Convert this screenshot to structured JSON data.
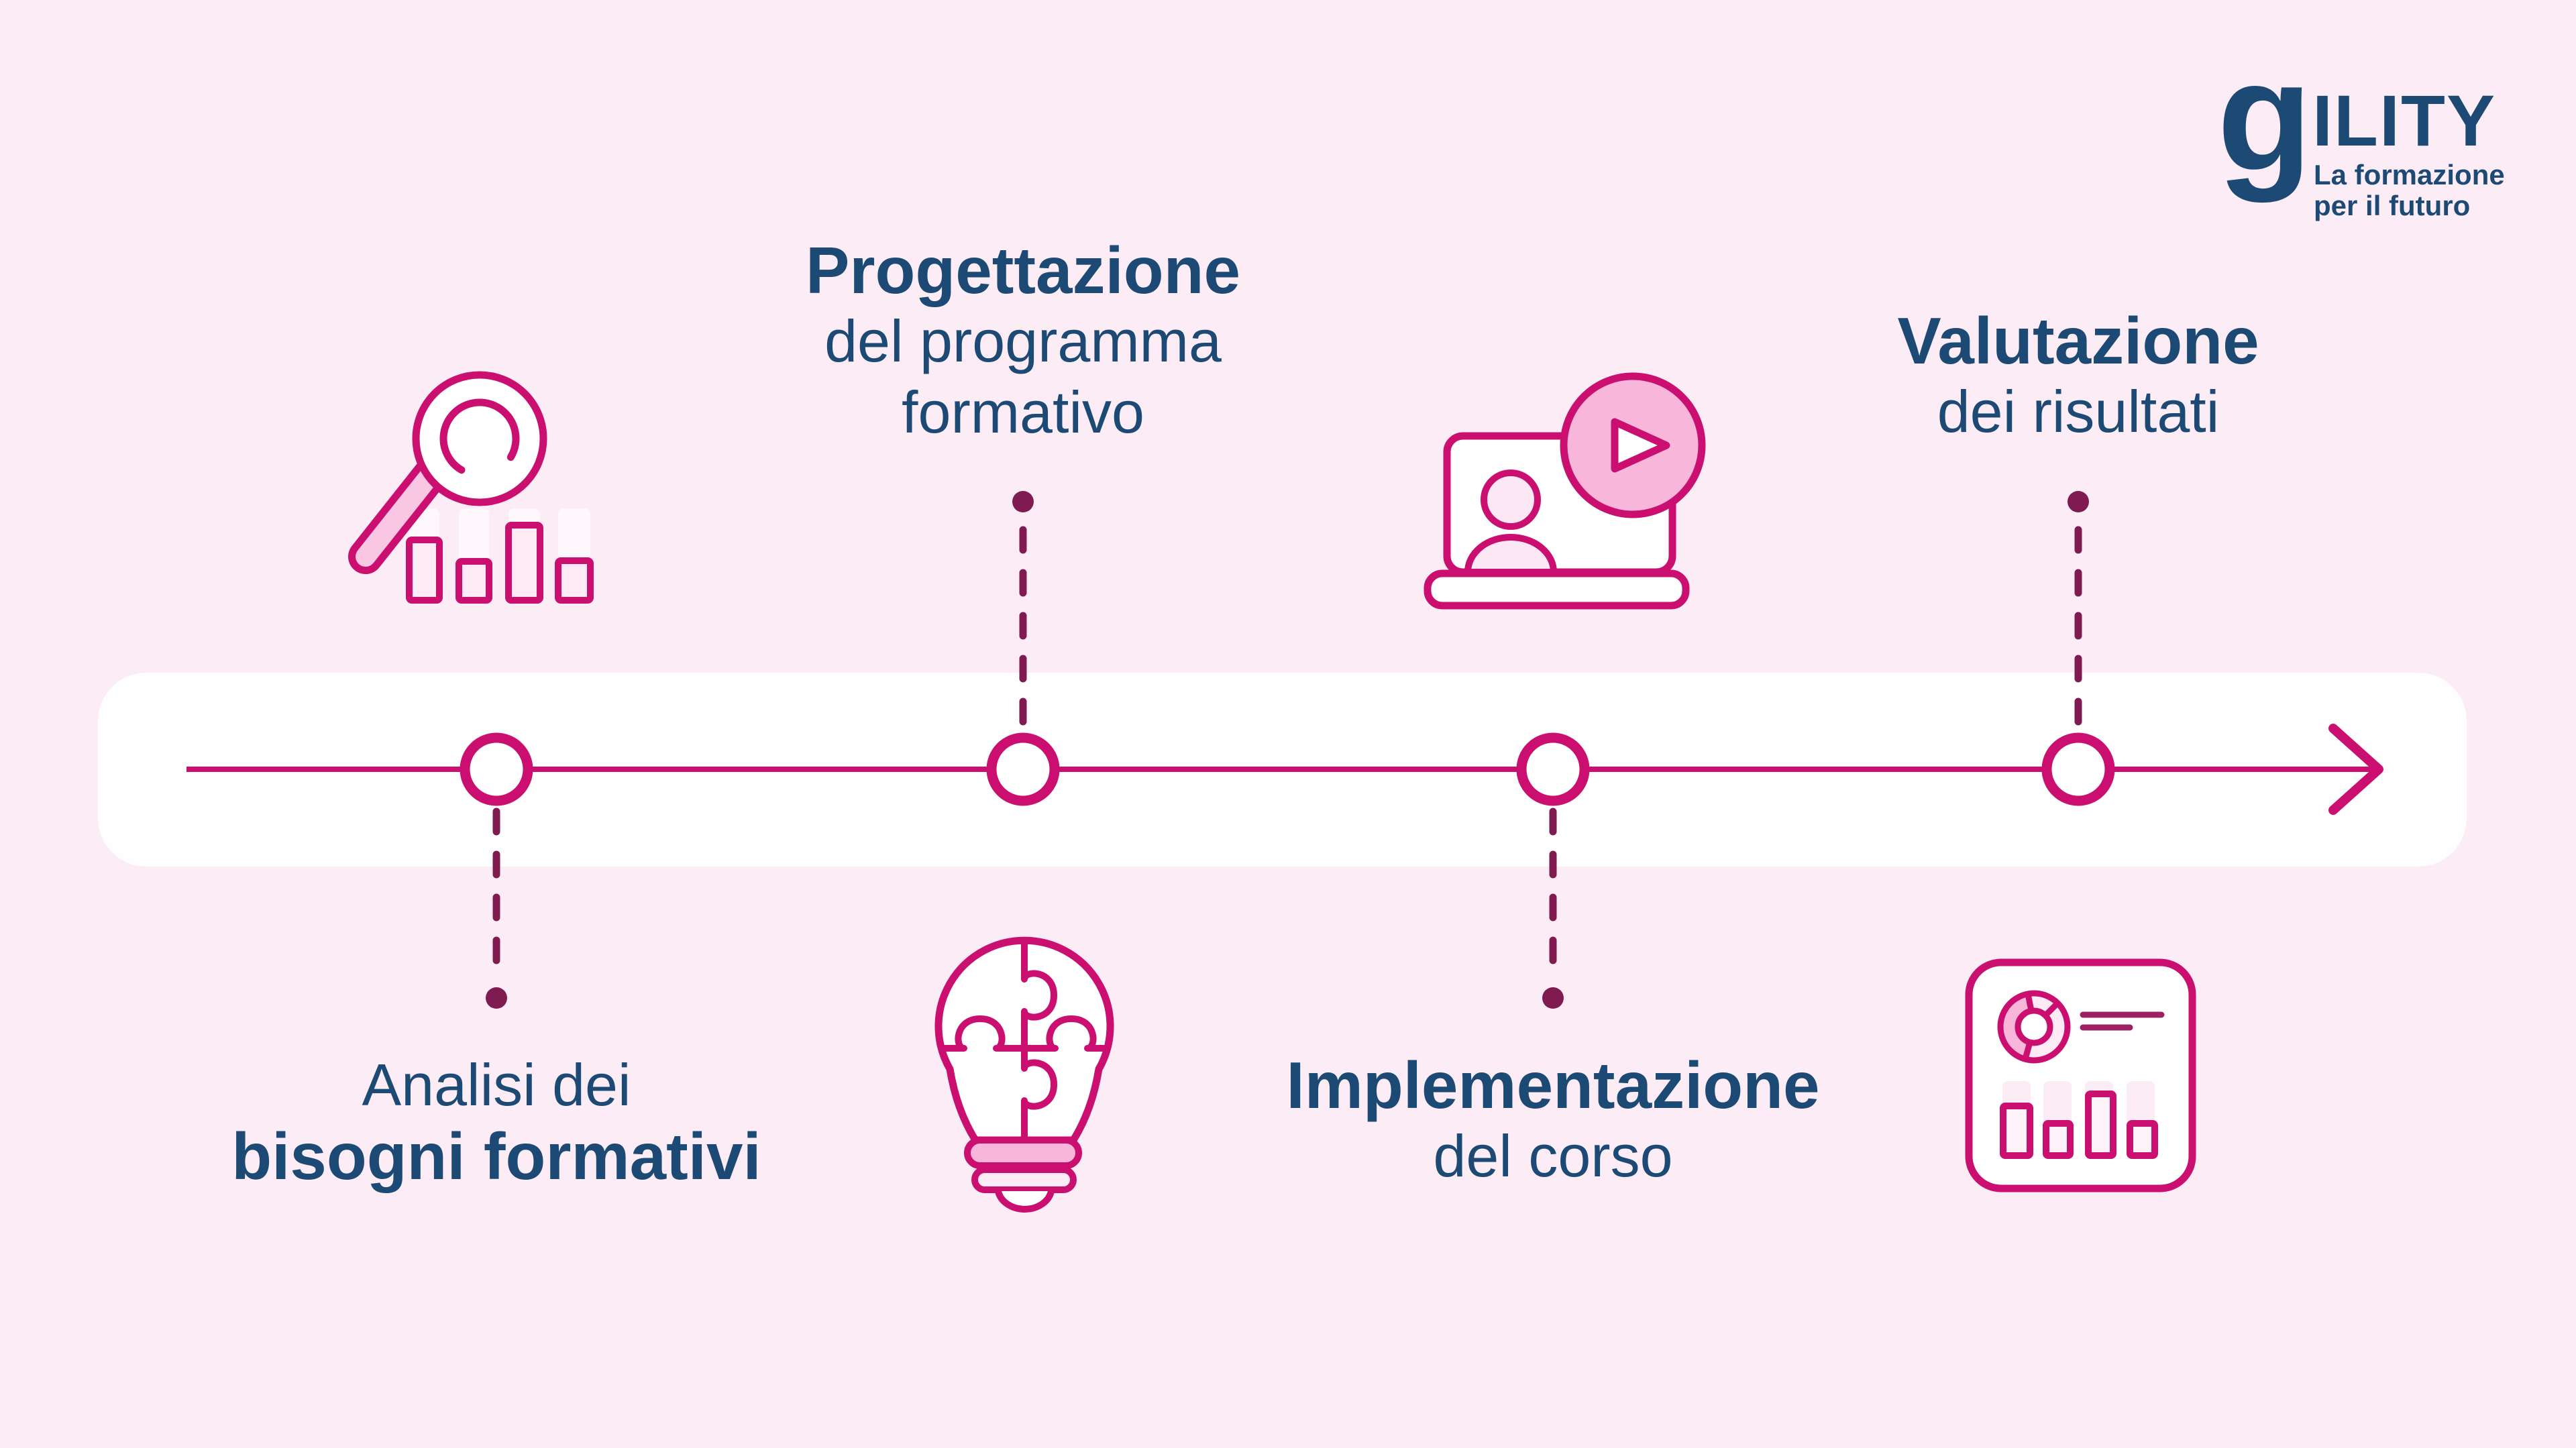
{
  "page": {
    "background_color": "#fbecf5",
    "band_color": "#fffeff",
    "language": "it",
    "subject": "training process timeline"
  },
  "brand": {
    "wordmark_g": "g",
    "wordmark_rest": "ILITY",
    "tagline_line1": "La formazione",
    "tagline_line2": "per il futuro",
    "color": "#1d4a74"
  },
  "colors": {
    "navy_text": "#1d4a74",
    "accent_pink": "#ca0f70",
    "dark_maroon": "#7f1b51",
    "pink_medium": "#f8b6da",
    "pink_handle": "#f9c6e3",
    "pink_light_fill": "#fdeaf4",
    "ghost_white": "#fef7fb"
  },
  "timeline": {
    "direction": "left-to-right-arrow",
    "node_count": 4,
    "steps": [
      {
        "id": "analisi-bisogni",
        "icon": "magnifier-bar-chart",
        "icon_position": "above",
        "label_position": "below",
        "lines": [
          {
            "text": "Analisi dei",
            "bold": false
          },
          {
            "text": "bisogni formativi",
            "bold": true
          }
        ]
      },
      {
        "id": "progettazione-programma",
        "icon": "lightbulb-puzzle",
        "icon_position": "below",
        "label_position": "above",
        "lines": [
          {
            "text": "Progettazione",
            "bold": true
          },
          {
            "text": "del programma",
            "bold": false
          },
          {
            "text": "formativo",
            "bold": false
          }
        ]
      },
      {
        "id": "implementazione-corso",
        "icon": "laptop-video-lesson",
        "icon_position": "above",
        "label_position": "below",
        "lines": [
          {
            "text": "Implementazione",
            "bold": true
          },
          {
            "text": "del corso",
            "bold": false
          }
        ]
      },
      {
        "id": "valutazione-risultati",
        "icon": "report-chart",
        "icon_position": "below",
        "label_position": "above",
        "lines": [
          {
            "text": "Valutazione",
            "bold": true
          },
          {
            "text": "dei risultati",
            "bold": false
          }
        ]
      }
    ]
  }
}
